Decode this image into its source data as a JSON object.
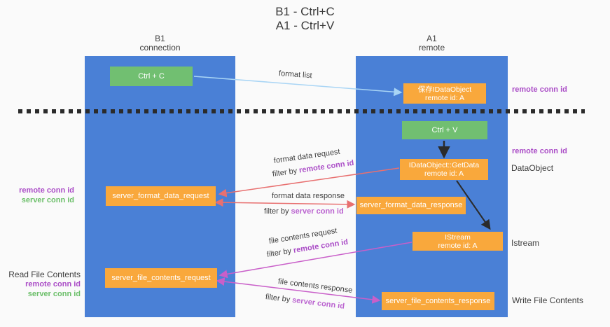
{
  "title": {
    "line1": "B1 - Ctrl+C",
    "line2": "A1 - Ctrl+V"
  },
  "columns": {
    "left": {
      "name": "B1",
      "role": "connection"
    },
    "right": {
      "name": "A1",
      "role": "remote"
    }
  },
  "boxes": {
    "ctrl_c": {
      "label": "Ctrl + C"
    },
    "save_dataobject": {
      "line1": "保存IDataObject",
      "line2": "remote id: A"
    },
    "ctrl_v": {
      "label": "Ctrl + V"
    },
    "getdata": {
      "line1": "IDataObject::GetData",
      "line2": "remote id: A"
    },
    "format_request": {
      "label": "server_format_data_request"
    },
    "format_response": {
      "label": "server_format_data_response"
    },
    "istream": {
      "line1": "IStream",
      "line2": "remote id: A"
    },
    "file_request": {
      "label": "server_file_contents_request"
    },
    "file_response": {
      "label": "server_file_contents_response"
    }
  },
  "flow_labels": {
    "format_list": "format list",
    "format_request": {
      "title": "format data request",
      "filter_prefix": "filter by ",
      "filter_value": "remote conn id"
    },
    "format_response": {
      "title": "format data response",
      "filter_prefix": "filter by ",
      "filter_value": "server conn id"
    },
    "file_request": {
      "title": "file contents request",
      "filter_prefix": "filter by ",
      "filter_value": "remote conn id"
    },
    "file_response": {
      "title": "file contents response",
      "filter_prefix": "filter by ",
      "filter_value": "server conn id"
    }
  },
  "annotations": {
    "top_right_remote_conn": "remote conn id",
    "mid_right_remote_conn": "remote conn id",
    "dataobject": "DataObject",
    "istream": "Istream",
    "write_file": "Write File Contents",
    "read_file": "Read File Contents",
    "format_left": {
      "remote": "remote conn id",
      "server": "server conn id"
    },
    "file_left": {
      "remote": "remote conn id",
      "server": "server conn id"
    }
  },
  "colors": {
    "column_blue": "#4a80d6",
    "box_green": "#71bf71",
    "box_orange": "#f9a83c",
    "arrow_lightblue": "#a9d5f5",
    "arrow_salmon": "#e87070",
    "arrow_magenta": "#c95fc9",
    "arrow_black": "#2b2b2b",
    "text_purple": "#ab4ec7",
    "text_green": "#6cbf6a",
    "text_dark": "#3f3f3f"
  }
}
